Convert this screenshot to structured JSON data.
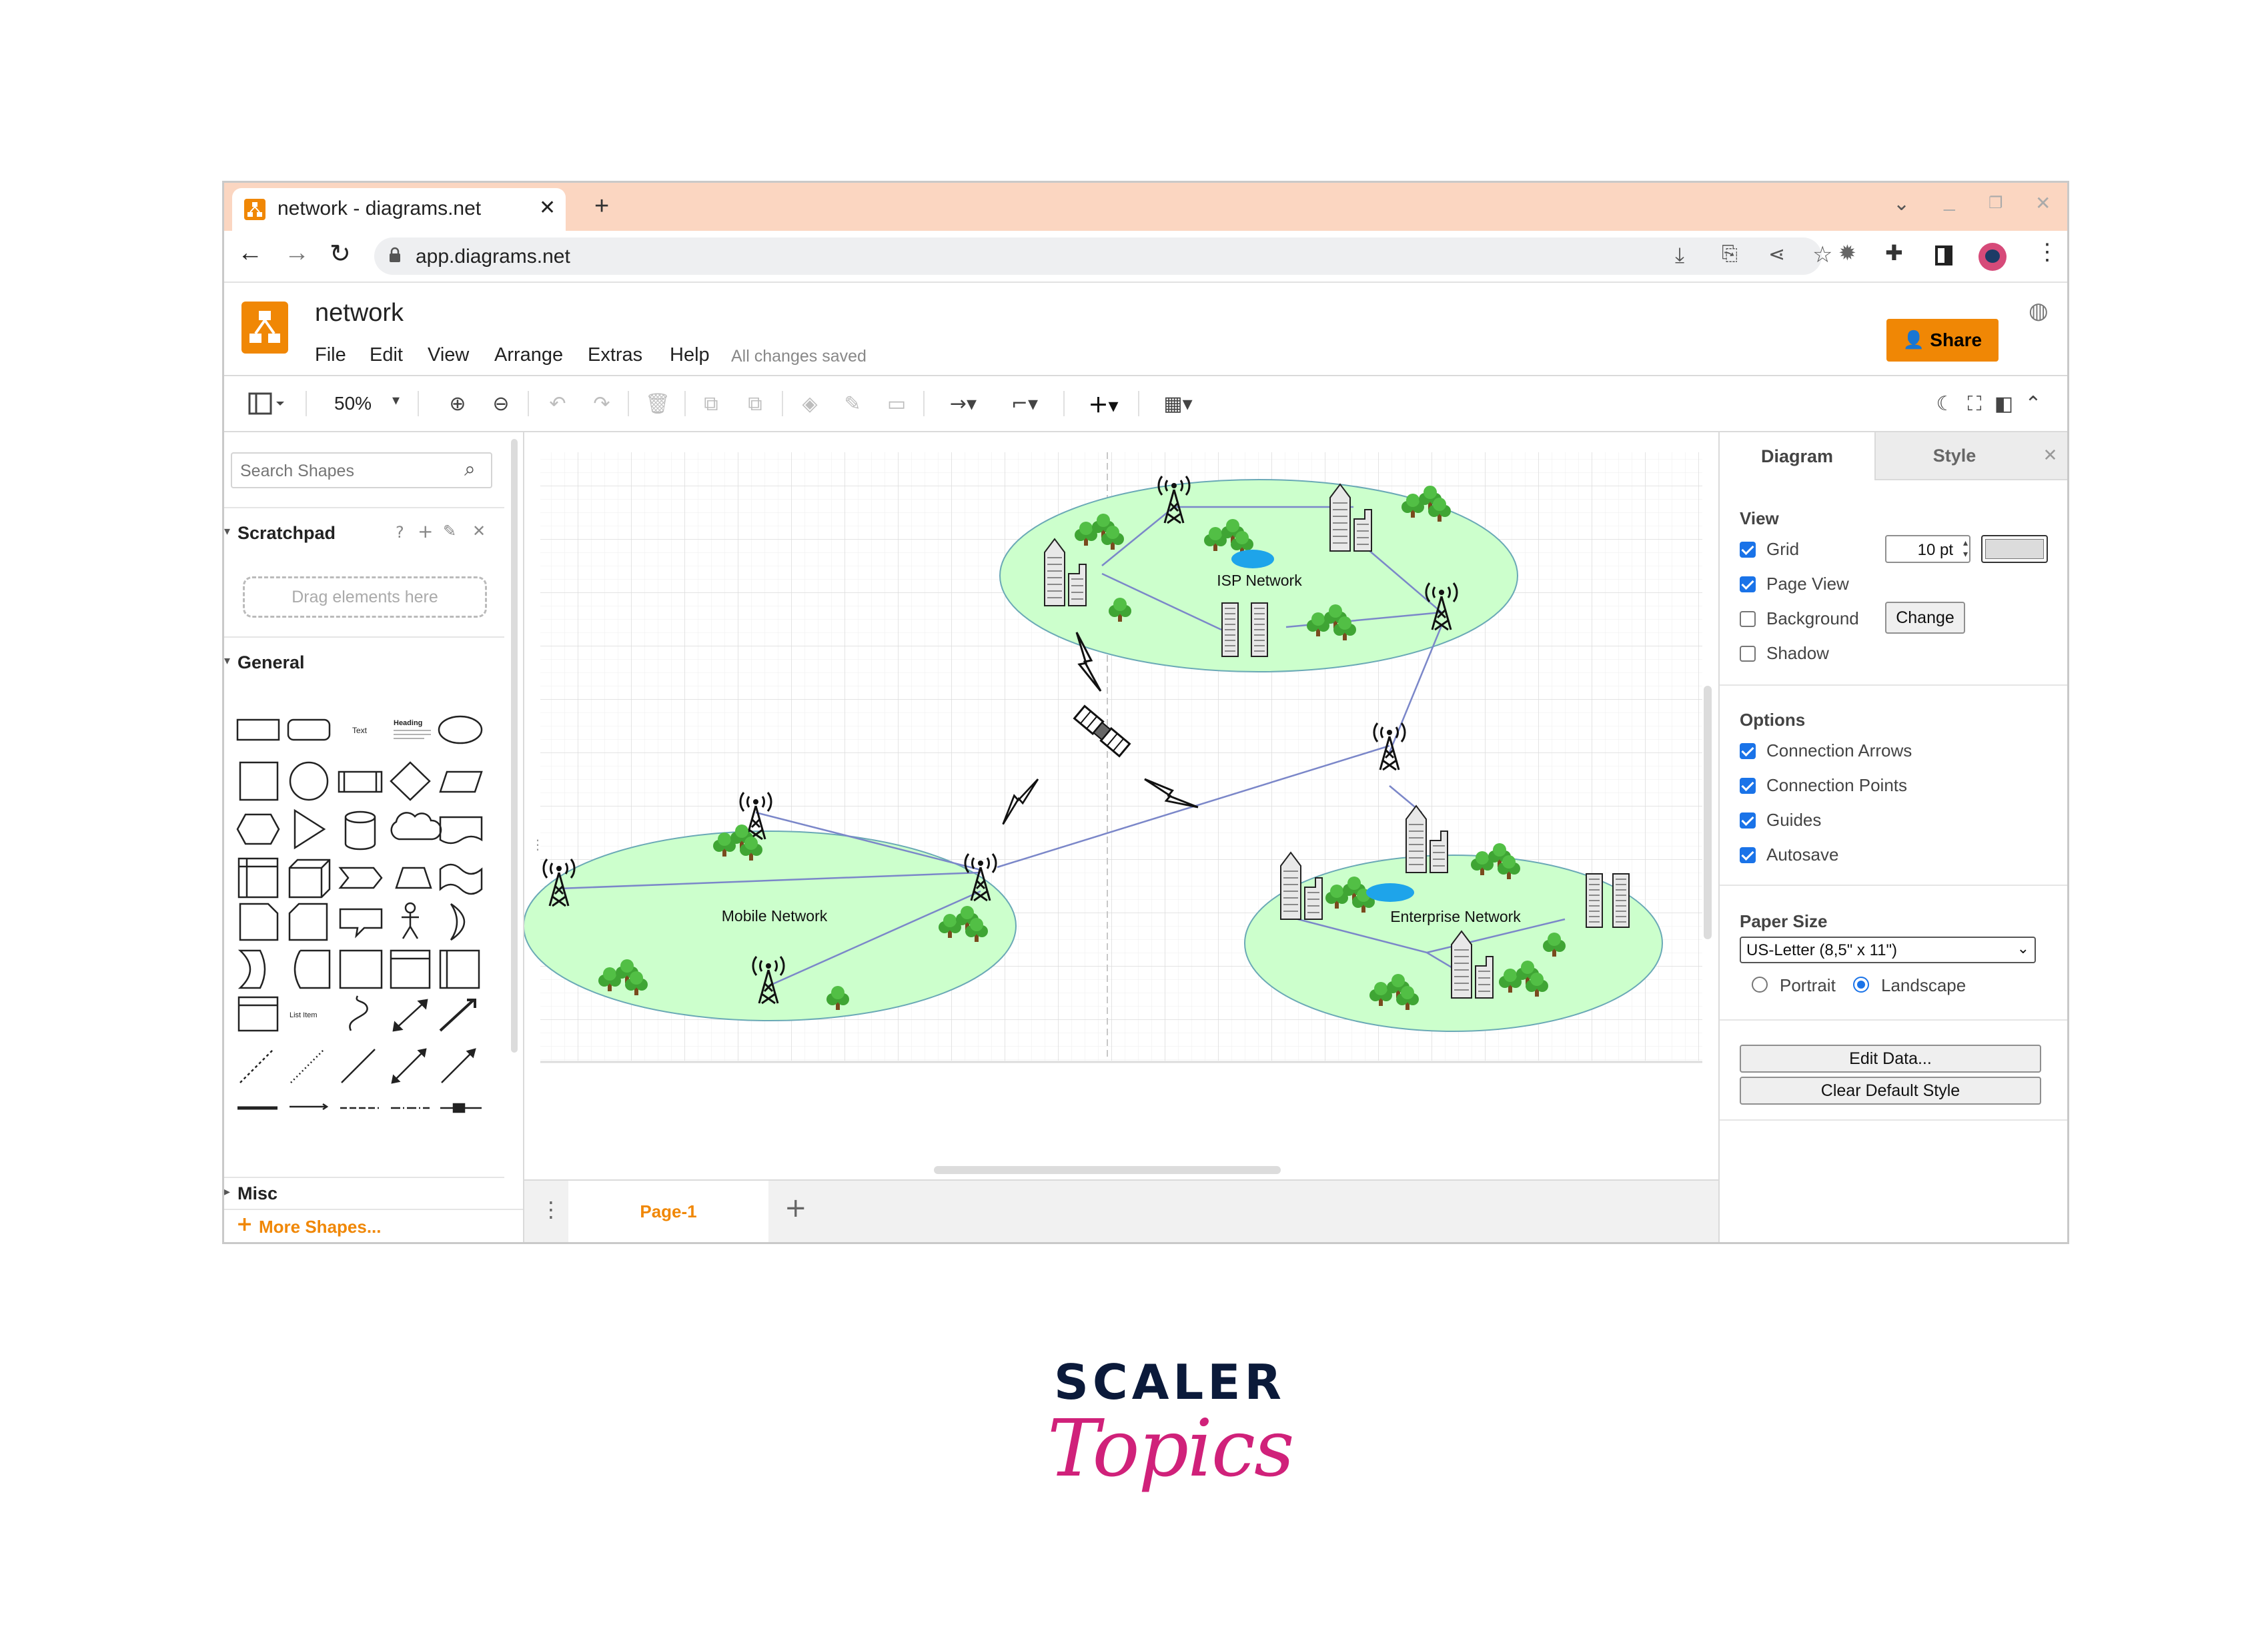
{
  "browser": {
    "tab_title": "network - diagrams.net",
    "url": "app.diagrams.net",
    "icons": [
      "back-icon",
      "forward-icon",
      "reload-icon",
      "lock-icon",
      "install-icon",
      "page-icon",
      "share-icon",
      "star-icon",
      "bug-icon",
      "extensions-icon",
      "sidepanel-icon",
      "profile-avatar",
      "more-icon"
    ]
  },
  "app": {
    "doc_title": "network",
    "menu": [
      "File",
      "Edit",
      "View",
      "Arrange",
      "Extras",
      "Help"
    ],
    "save_status": "All changes saved",
    "share_label": "Share",
    "accent": "#f08705"
  },
  "toolbar": {
    "zoom": "50%"
  },
  "left_panel": {
    "search_placeholder": "Search Shapes",
    "scratchpad_title": "Scratchpad",
    "scratchpad_drop": "Drag elements here",
    "general_title": "General",
    "misc_title": "Misc",
    "more_shapes": "More Shapes...",
    "shape_text_label": "Text",
    "shape_heading_label": "Heading",
    "shape_list_label": "List Item"
  },
  "diagram": {
    "labels": {
      "isp": "ISP Network",
      "mobile": "Mobile Network",
      "enterprise": "Enterprise Network"
    }
  },
  "page_tabs": {
    "active": "Page-1"
  },
  "right_panel": {
    "tabs": [
      "Diagram",
      "Style"
    ],
    "view_title": "View",
    "view_options": [
      {
        "label": "Grid",
        "checked": true
      },
      {
        "label": "Page View",
        "checked": true
      },
      {
        "label": "Background",
        "checked": false
      },
      {
        "label": "Shadow",
        "checked": false
      }
    ],
    "grid_size": "10 pt",
    "change_label": "Change",
    "options_title": "Options",
    "options": [
      {
        "label": "Connection Arrows",
        "checked": true
      },
      {
        "label": "Connection Points",
        "checked": true
      },
      {
        "label": "Guides",
        "checked": true
      },
      {
        "label": "Autosave",
        "checked": true
      }
    ],
    "paper_size_title": "Paper Size",
    "paper_size_value": "US-Letter (8,5\" x 11\")",
    "orientation": {
      "portrait": "Portrait",
      "landscape": "Landscape",
      "selected": "landscape"
    },
    "edit_data_label": "Edit Data...",
    "clear_style_label": "Clear Default Style"
  },
  "branding": {
    "line1": "SCALER",
    "line2": "Topics",
    "color1": "#0b1a3a",
    "color2": "#d0217a"
  }
}
